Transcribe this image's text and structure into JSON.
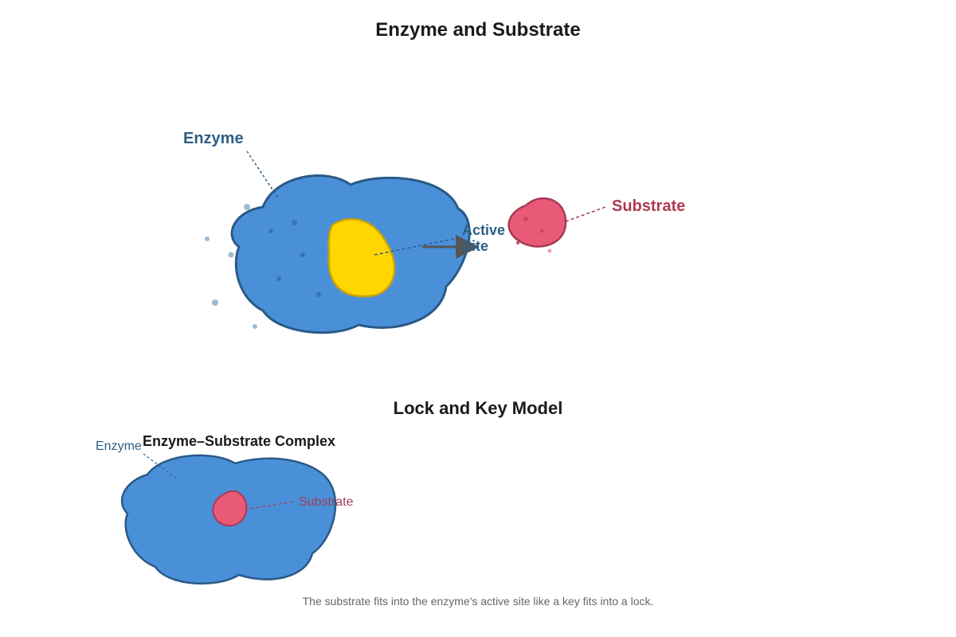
{
  "titles": {
    "main": "Enzyme and Substrate",
    "model": "Lock and Key Model"
  },
  "labels": {
    "enzyme": "Enzyme",
    "substrate": "Substrate",
    "active_site_line1": "Active",
    "active_site_line2": "Site",
    "complex": "Enzyme–Substrate Complex",
    "enzyme_small": "Enzyme",
    "substrate_small": "Substrate"
  },
  "caption": "The substrate fits into the enzyme's active site like a key fits into a lock.",
  "colors": {
    "enzyme_fill": "#4a90d9",
    "enzyme_stroke": "#2a5a86",
    "active_site_fill": "#ffd700",
    "active_site_stroke": "#c9a20a",
    "substrate_fill": "#e85a75",
    "substrate_stroke": "#a83a55",
    "arrow": "#555555"
  }
}
